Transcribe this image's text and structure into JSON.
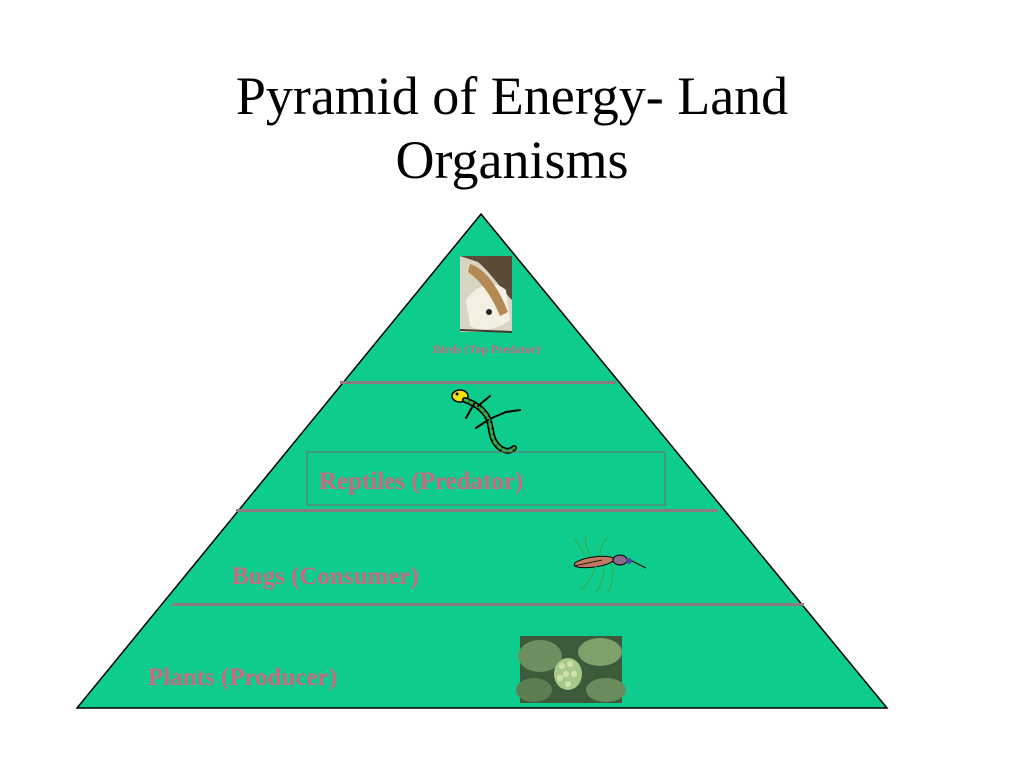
{
  "title": {
    "line1": "Pyramid of Energy- Land",
    "line2": "Organisms"
  },
  "colors": {
    "pyramid_fill": "#0ecb8e",
    "outline": "#000000",
    "divider": "#8c7a80",
    "label_text": "#c9697f",
    "label_box": "#7a6a70"
  },
  "tiers": [
    {
      "label": "Birds (Top Predator)",
      "icon": "pelican-photo-icon"
    },
    {
      "label": "Reptiles (Predator)",
      "icon": "lizard-icon"
    },
    {
      "label": "Bugs (Consumer)",
      "icon": "mosquito-icon"
    },
    {
      "label": "Plants (Producer)",
      "icon": "plant-leaves-photo-icon"
    }
  ]
}
